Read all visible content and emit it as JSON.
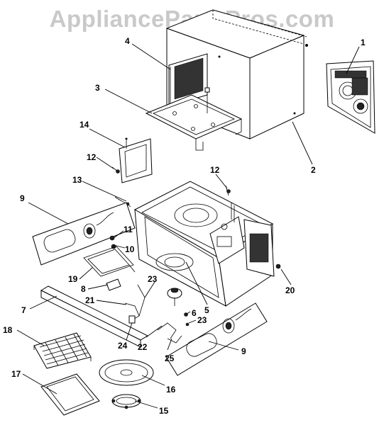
{
  "watermark": "AppliancePartsPros.com",
  "callouts": [
    {
      "id": "c1",
      "label": "1"
    },
    {
      "id": "c2",
      "label": "2"
    },
    {
      "id": "c3",
      "label": "3"
    },
    {
      "id": "c4",
      "label": "4"
    },
    {
      "id": "c5",
      "label": "5"
    },
    {
      "id": "c6",
      "label": "6"
    },
    {
      "id": "c7",
      "label": "7"
    },
    {
      "id": "c8",
      "label": "8"
    },
    {
      "id": "c9a",
      "label": "9"
    },
    {
      "id": "c9b",
      "label": "9"
    },
    {
      "id": "c10",
      "label": "10"
    },
    {
      "id": "c11",
      "label": "11"
    },
    {
      "id": "c12a",
      "label": "12"
    },
    {
      "id": "c12b",
      "label": "12"
    },
    {
      "id": "c13",
      "label": "13"
    },
    {
      "id": "c14",
      "label": "14"
    },
    {
      "id": "c15",
      "label": "15"
    },
    {
      "id": "c16",
      "label": "16"
    },
    {
      "id": "c17",
      "label": "17"
    },
    {
      "id": "c18",
      "label": "18"
    },
    {
      "id": "c19",
      "label": "19"
    },
    {
      "id": "c20",
      "label": "20"
    },
    {
      "id": "c21",
      "label": "21"
    },
    {
      "id": "c22",
      "label": "22"
    },
    {
      "id": "c23a",
      "label": "23"
    },
    {
      "id": "c23b",
      "label": "23"
    },
    {
      "id": "c24",
      "label": "24"
    },
    {
      "id": "c25",
      "label": "25"
    }
  ]
}
